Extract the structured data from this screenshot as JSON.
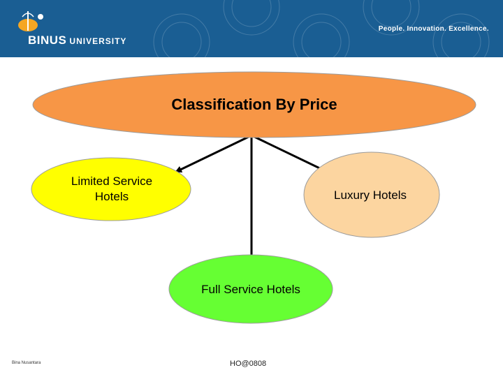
{
  "header": {
    "brand": "BINUS",
    "brand_suffix": "UNIVERSITY",
    "tagline": "People. Innovation. Excellence.",
    "color": "#1a5e93"
  },
  "diagram": {
    "root": {
      "label": "Classification By Price",
      "color": "#f79646"
    },
    "children": [
      {
        "label": "Limited Service\nHotels",
        "color": "#ffff00"
      },
      {
        "label": "Luxury Hotels",
        "color": "#fcd5a0"
      },
      {
        "label": "Full Service Hotels",
        "color": "#66ff33"
      }
    ]
  },
  "footer": {
    "author": "Bina Nusantara",
    "code": "HO@0808"
  }
}
